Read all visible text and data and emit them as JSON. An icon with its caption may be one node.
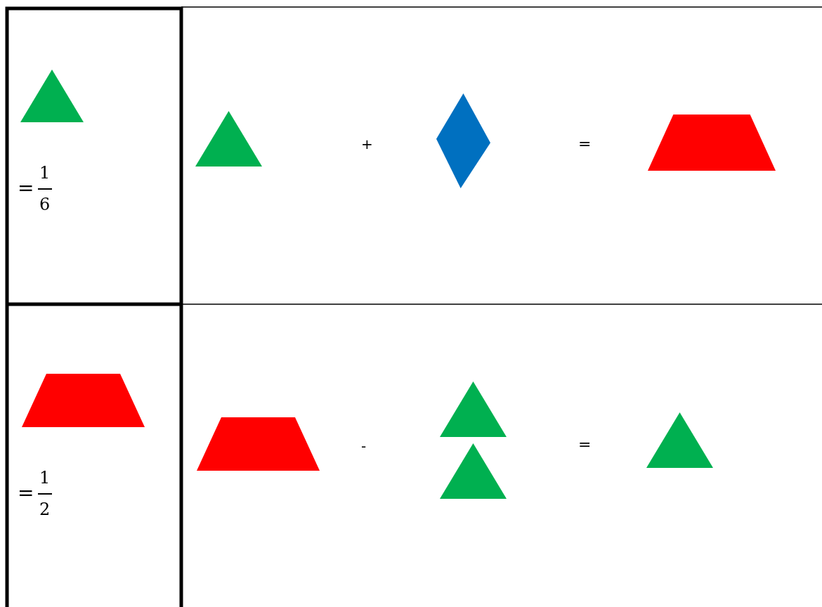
{
  "diagram": {
    "nodes": [
      {
        "text": [],
        "shape": "triangle"
      },
      {
        "text": [],
        "shape": "triangle"
      },
      {
        "text": [],
        "shape": "diamond"
      },
      {
        "text": [],
        "shape": "trapezoid"
      },
      {
        "text": [],
        "shape": "trapezoid"
      },
      {
        "text": [],
        "shape": "trapezoid"
      },
      {
        "text": [],
        "shape": "triangle"
      },
      {
        "text": [],
        "shape": "triangle"
      },
      {
        "text": [],
        "shape": "triangle"
      }
    ],
    "labels": [
      "=",
      "1",
      "6",
      "+",
      "=",
      "=",
      "1",
      "2",
      "-",
      "="
    ]
  }
}
